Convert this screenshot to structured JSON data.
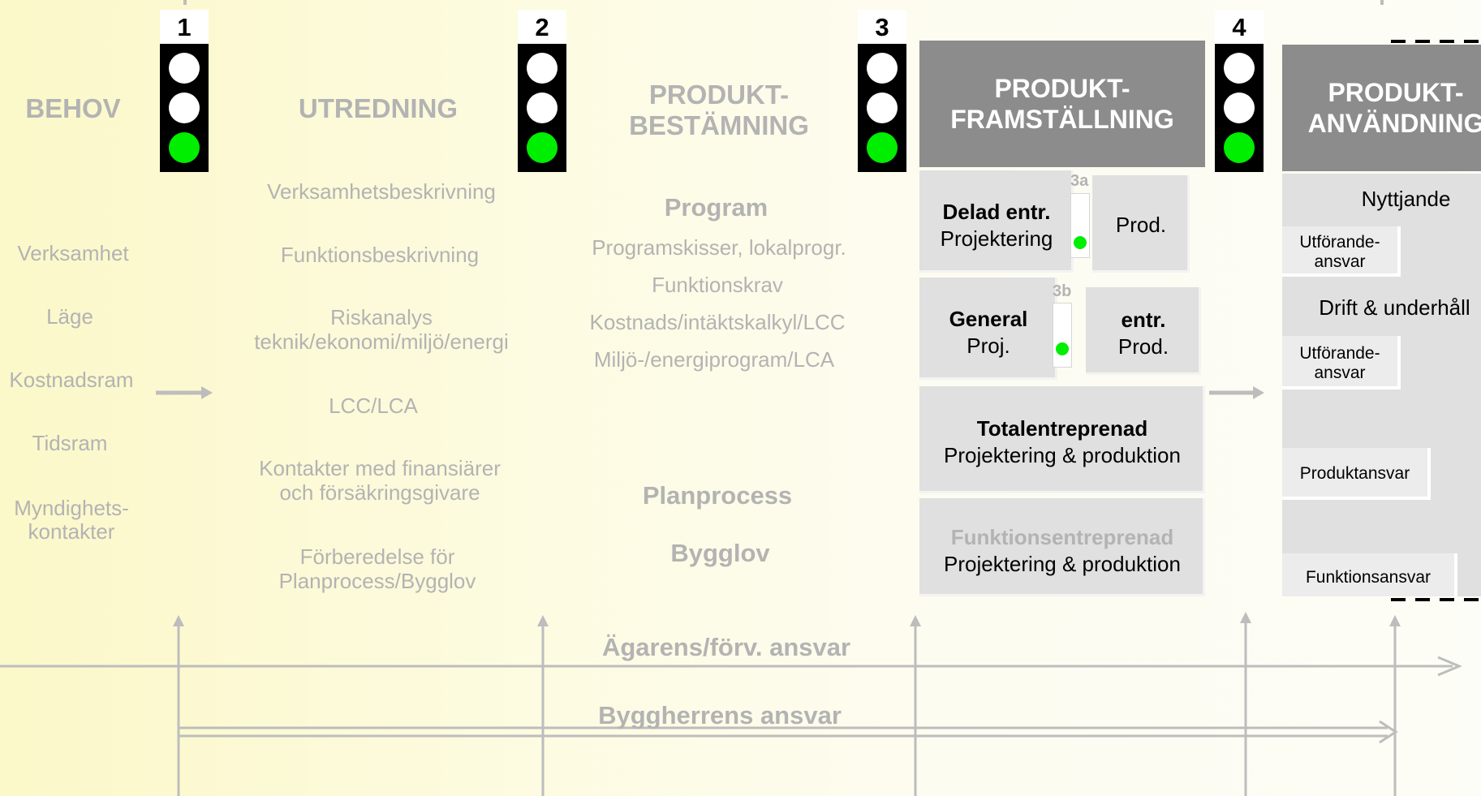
{
  "columns": {
    "behov": {
      "title": "BEHOV",
      "items": [
        "Verksamhet",
        "Läge",
        "Kostnadsram",
        "Tidsram",
        "Myndighets-\nkontakter"
      ]
    },
    "utredning": {
      "title": "UTREDNING",
      "items": [
        "Verksamhetsbeskrivning",
        "Funktionsbeskrivning",
        "Riskanalys\nteknik/ekonomi/miljö/energi",
        "LCC/LCA",
        "Kontakter med finansiärer\noch försäkringsgivare",
        "Förberedelse för\nPlanprocess/Bygglov"
      ]
    },
    "bestamning": {
      "title": "PRODUKT-\nBESTÄMNING",
      "program_title": "Program",
      "program_items": [
        "Programskisser, lokalprogr.",
        "Funktionskrav",
        "Kostnads/intäktskalkyl/LCC",
        "Miljö-/energiprogram/LCA"
      ],
      "planprocess": "Planprocess",
      "bygglov": "Bygglov"
    },
    "framstallning": {
      "title": "PRODUKT-\nFRAMSTÄLLNING",
      "delad_title": "Delad entr.",
      "delad_sub": "Projektering",
      "delad_prod": "Prod.",
      "mini_3a": "3a",
      "general_title": "General",
      "general_sub": "Proj.",
      "general_entr": "entr.",
      "general_prod": "Prod.",
      "mini_3b": "3b",
      "total_title": "Totalentreprenad",
      "total_sub": "Projektering & produktion",
      "funktion_title": "Funktionsentreprenad",
      "funktion_sub": "Projektering & produktion"
    },
    "anvandning": {
      "title": "PRODUKT-\nANVÄNDNING",
      "nyttjande": "Nyttjande",
      "utforande1": "Utförande-\nansvar",
      "drift": "Drift & underhåll",
      "utforande2": "Utförande-\nansvar",
      "produktansvar": "Produktansvar",
      "funktionsansvar": "Funktionsansvar"
    }
  },
  "lights": [
    {
      "number": "1",
      "state": [
        "off",
        "off",
        "green"
      ]
    },
    {
      "number": "2",
      "state": [
        "off",
        "off",
        "green"
      ]
    },
    {
      "number": "3",
      "state": [
        "off",
        "off",
        "green"
      ]
    },
    {
      "number": "4",
      "state": [
        "off",
        "off",
        "green"
      ]
    }
  ],
  "axes": {
    "agarens": "Ägarens/förv. ansvar",
    "byggherrens": "Byggherrens ansvar"
  },
  "colors": {
    "green": "#00ee00",
    "dark_box": "#8c8c8c",
    "light_box": "#e0e0e0",
    "muted_text": "#b3b3b3"
  }
}
